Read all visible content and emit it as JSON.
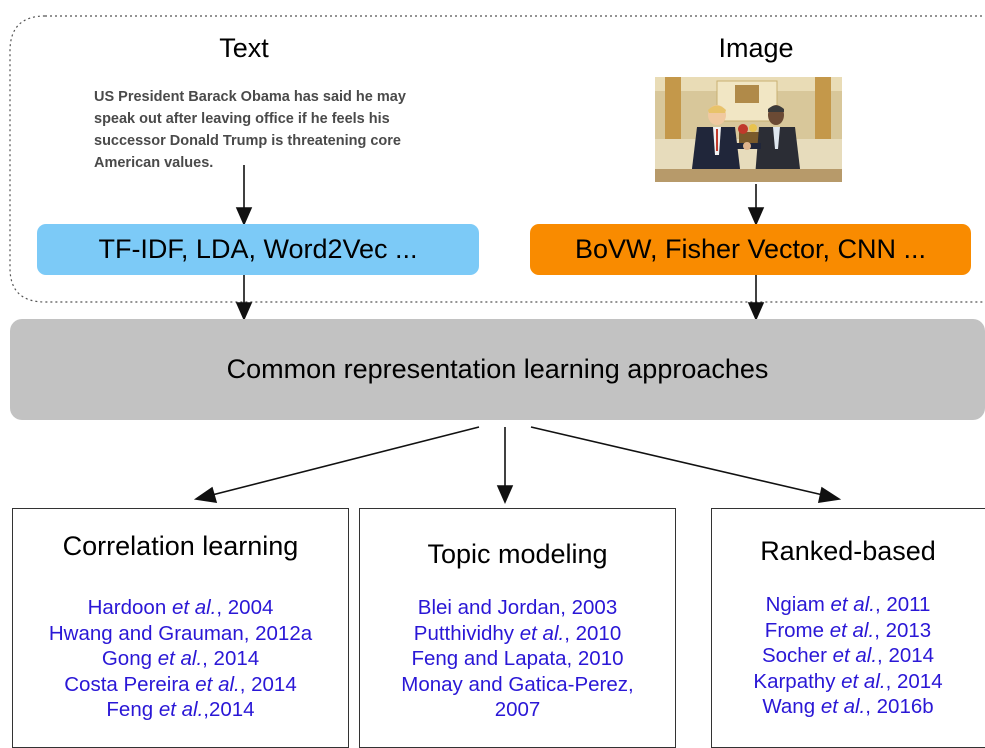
{
  "text_panel": {
    "heading": "Text",
    "snippet_lines": [
      "US President Barack Obama has said he may",
      "speak out after leaving office if he feels his",
      "successor Donald Trump is threatening core",
      "American values."
    ],
    "features": "TF-IDF, LDA, Word2Vec ..."
  },
  "image_panel": {
    "heading": "Image",
    "features": "BoVW, Fisher Vector, CNN ..."
  },
  "common": {
    "label": "Common representation learning approaches"
  },
  "categories": [
    {
      "title": "Correlation learning",
      "refs": [
        {
          "pre": "Hardoon ",
          "em": "et al.",
          "post": ", 2004"
        },
        {
          "pre": "Hwang and Grauman, 2012a",
          "em": "",
          "post": ""
        },
        {
          "pre": "Gong ",
          "em": "et al.",
          "post": ", 2014"
        },
        {
          "pre": "Costa Pereira ",
          "em": "et al.",
          "post": ", 2014"
        },
        {
          "pre": "Feng ",
          "em": "et al.",
          "post": ",2014"
        }
      ]
    },
    {
      "title": "Topic modeling",
      "refs": [
        {
          "pre": "Blei and Jordan, 2003",
          "em": "",
          "post": ""
        },
        {
          "pre": "Putthividhy ",
          "em": "et al.",
          "post": ", 2010"
        },
        {
          "pre": "Feng and Lapata, 2010",
          "em": "",
          "post": ""
        },
        {
          "pre": "Monay and Gatica-Perez,",
          "em": "",
          "post": ""
        },
        {
          "pre": "2007",
          "em": "",
          "post": ""
        }
      ]
    },
    {
      "title": "Ranked-based",
      "refs": [
        {
          "pre": "Ngiam ",
          "em": "et al.",
          "post": ", 2011"
        },
        {
          "pre": "Frome ",
          "em": "et al.",
          "post": ", 2013"
        },
        {
          "pre": "Socher ",
          "em": "et al.",
          "post": ", 2014"
        },
        {
          "pre": "Karpathy ",
          "em": "et al.",
          "post": ", 2014"
        },
        {
          "pre": "Wang ",
          "em": "et al.",
          "post": ", 2016b"
        }
      ]
    }
  ],
  "colors": {
    "text_feature_box": "#7ccaf7",
    "image_feature_box": "#f98b00",
    "common_box": "#c2c2c2",
    "reference_text": "#2a17d6"
  }
}
